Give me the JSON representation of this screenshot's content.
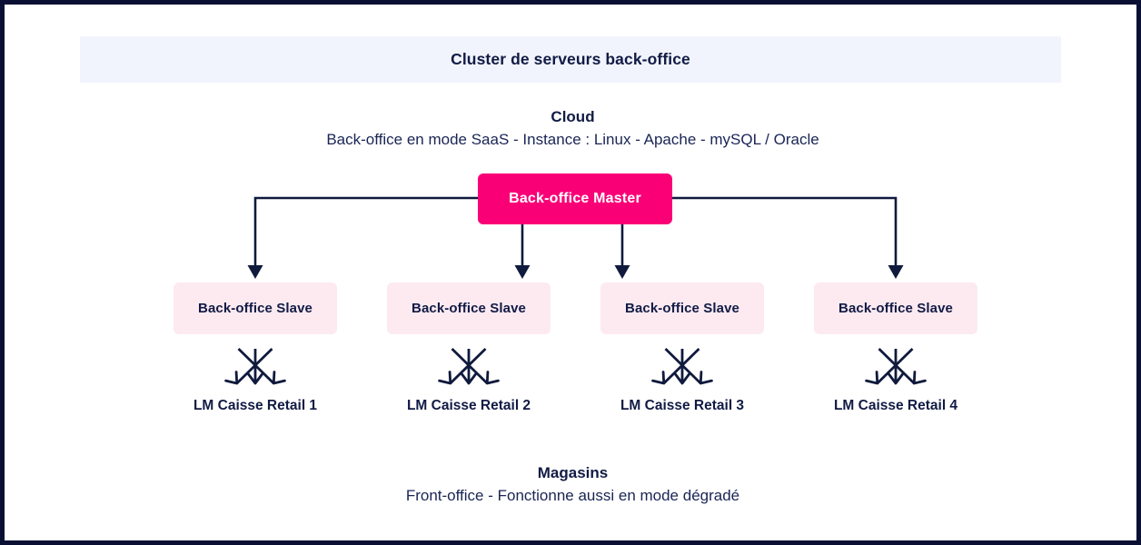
{
  "diagram": {
    "title_banner": {
      "label": "Cluster de serveurs back-office",
      "background_color": "#F1F4FC",
      "text_color": "#111B45"
    },
    "cloud": {
      "title": "Cloud",
      "subtitle": "Back-office en mode SaaS - Instance : Linux - Apache - mySQL / Oracle"
    },
    "master": {
      "label": "Back-office Master",
      "background_color": "#FA0077",
      "text_color": "#FFFFFF"
    },
    "slaves": [
      {
        "label": "Back-office Slave"
      },
      {
        "label": "Back-office Slave"
      },
      {
        "label": "Back-office Slave"
      },
      {
        "label": "Back-office Slave"
      }
    ],
    "slave_style": {
      "background_color": "#FDEAF1",
      "text_color": "#111B45"
    },
    "retail_nodes": [
      {
        "label": "LM Caisse Retail 1"
      },
      {
        "label": "LM Caisse Retail 2"
      },
      {
        "label": "LM Caisse Retail 3"
      },
      {
        "label": "LM Caisse Retail 4"
      }
    ],
    "magasins": {
      "title": "Magasins",
      "subtitle": "Front-office - Fonctionne aussi en mode dégradé"
    },
    "connector_color": "#0F1A3D",
    "border_color": "#0A1033",
    "arrows_per_slave": 3
  }
}
